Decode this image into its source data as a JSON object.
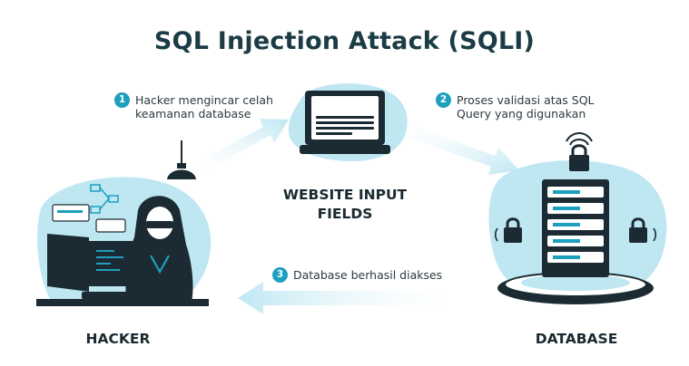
{
  "title": "SQL Injection Attack (SQLI)",
  "steps": [
    {
      "number": "1",
      "text": "Hacker mengincar celah\nkeamanan database"
    },
    {
      "number": "2",
      "text": "Proses validasi atas SQL\nQuery yang digunakan"
    },
    {
      "number": "3",
      "text": "Database berhasil diakses"
    }
  ],
  "labels": {
    "website": "WEBSITE INPUT\nFIELDS",
    "hacker": "HACKER",
    "database": "DATABASE"
  },
  "colors": {
    "title": "#1b3c45",
    "accent": "#1d9fbe",
    "blob": "#bfe7f2",
    "dark": "#1c2b33",
    "arrow": "#cdeef6"
  }
}
